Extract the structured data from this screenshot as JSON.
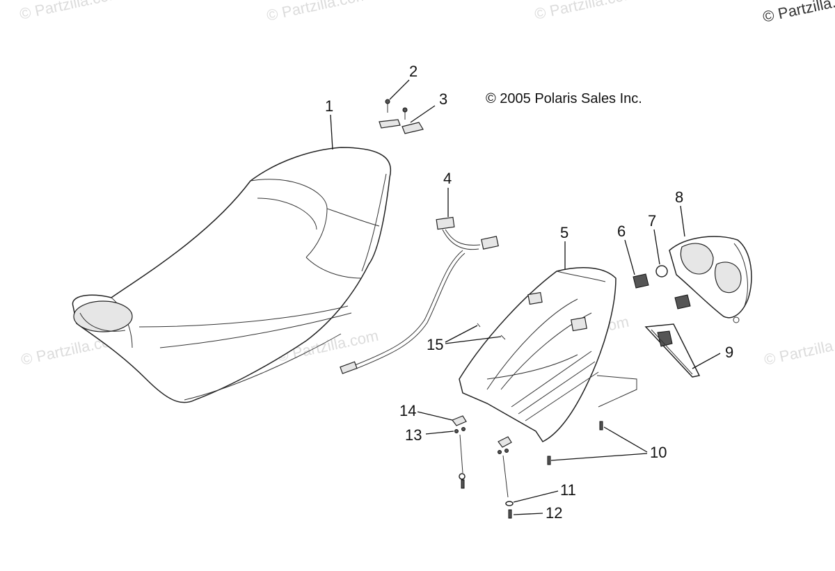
{
  "copyright": "© 2005 Polaris Sales Inc.",
  "watermark": {
    "text": "© Partzilla.com",
    "corner_text": "© Partzilla.com"
  },
  "callouts": [
    "1",
    "2",
    "3",
    "4",
    "5",
    "6",
    "7",
    "8",
    "9",
    "10",
    "11",
    "12",
    "13",
    "14",
    "15"
  ]
}
